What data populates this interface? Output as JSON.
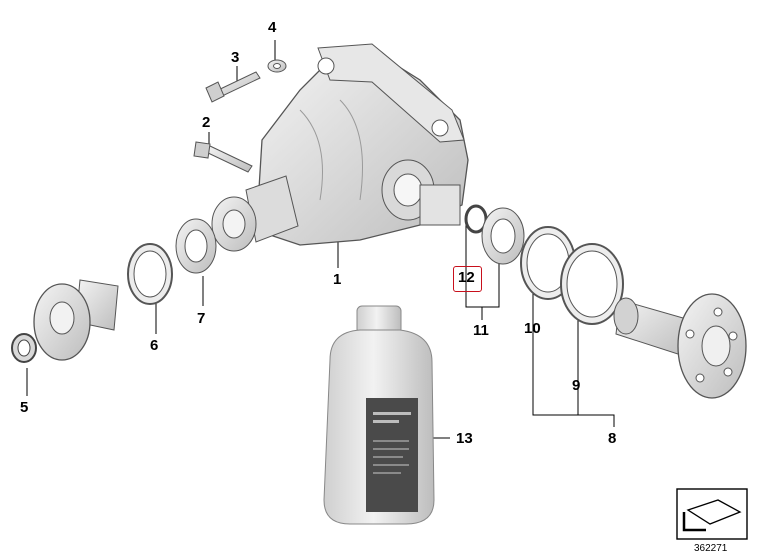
{
  "diagram": {
    "callouts": {
      "c1": "1",
      "c2": "2",
      "c3": "3",
      "c4": "4",
      "c5": "5",
      "c6": "6",
      "c7": "7",
      "c8": "8",
      "c9": "9",
      "c10": "10",
      "c11": "11",
      "c12": "12",
      "c13": "13"
    },
    "highlighted_part": "12",
    "highlight_color": "#c8101c",
    "reference_number": "362271",
    "icons": [
      "differential-housing-icon",
      "oil-bottle-icon",
      "nav-arrow-icon"
    ]
  }
}
